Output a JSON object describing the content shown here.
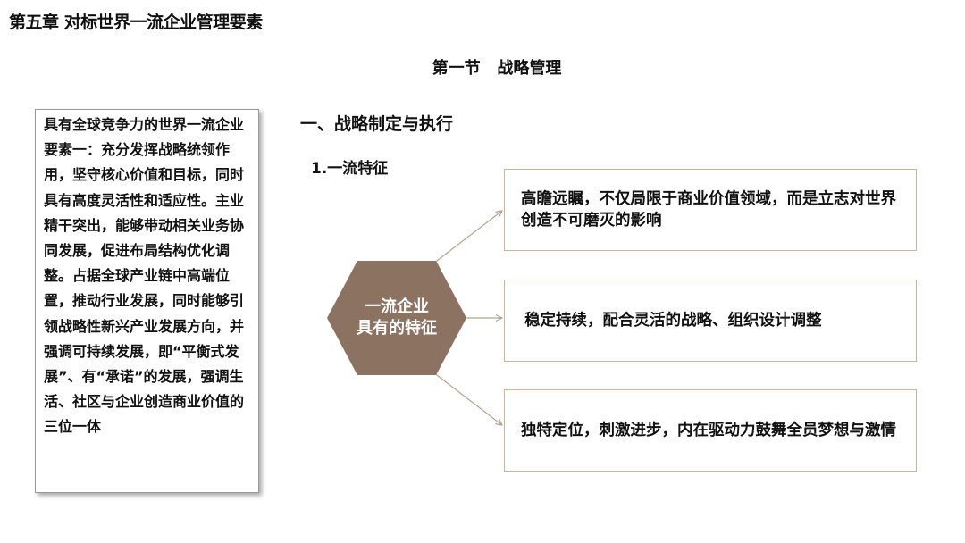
{
  "header": {
    "chapter_title": "第五章 对标世界一流企业管理要素",
    "section_title": "第一节   战略管理"
  },
  "sidebar": {
    "text": "具有全球竞争力的世界一流企业要素一：充分发挥战略统领作用，坚守核心价值和目标，同时具有高度灵活性和适应性。主业精干突出，能够带动相关业务协同发展，促进布局结构优化调整。占据全球产业链中高端位置，推动行业发展，同时能够引领战略性新兴产业发展方向，并强调可持续发展，即“平衡式发展”、有“承诺”的发展，强调生活、社区与企业创造商业价值的三位一体"
  },
  "main": {
    "heading_1": "一、战略制定与执行",
    "heading_2": "1.一流特征",
    "hexagon_label_line1": "一流企业",
    "hexagon_label_line2": "具有的特征",
    "features": [
      "高瞻远瞩，不仅局限于商业价值领域，而是立志对世界创造不可磨灭的影响",
      "稳定持续，配合灵活的战略、组织设计调整",
      "独特定位，刺激进步，内在驱动力鼓舞全员梦想与激情"
    ]
  },
  "colors": {
    "hexagon_fill": "#8b7261",
    "connector": "#b5a28f",
    "box_border": "#c9b59c"
  }
}
